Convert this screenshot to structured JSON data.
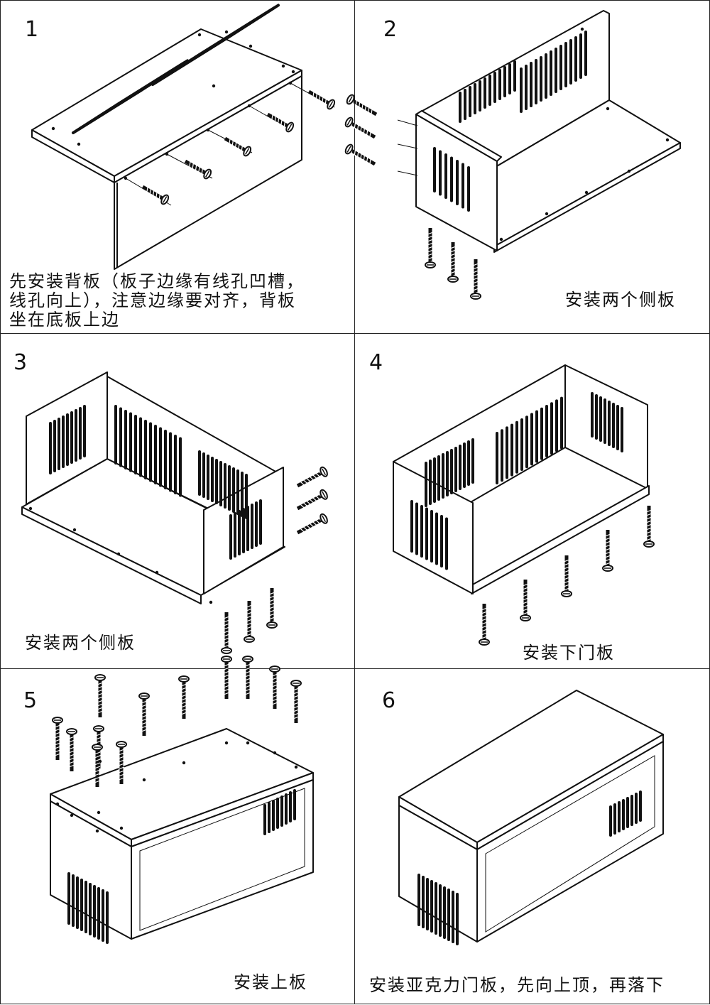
{
  "steps": [
    {
      "number": "1",
      "caption_lines": [
        "先安装背板（板子边缘有线孔凹槽，",
        "线孔向上），注意边缘要对齐，背板",
        "坐在底板上边"
      ]
    },
    {
      "number": "2",
      "caption": "安装两个侧板"
    },
    {
      "number": "3",
      "caption": "安装两个侧板"
    },
    {
      "number": "4",
      "caption": "安装下门板"
    },
    {
      "number": "5",
      "caption": "安装上板"
    },
    {
      "number": "6",
      "caption": "安装亚克力门板，先向上顶，再落下"
    }
  ]
}
